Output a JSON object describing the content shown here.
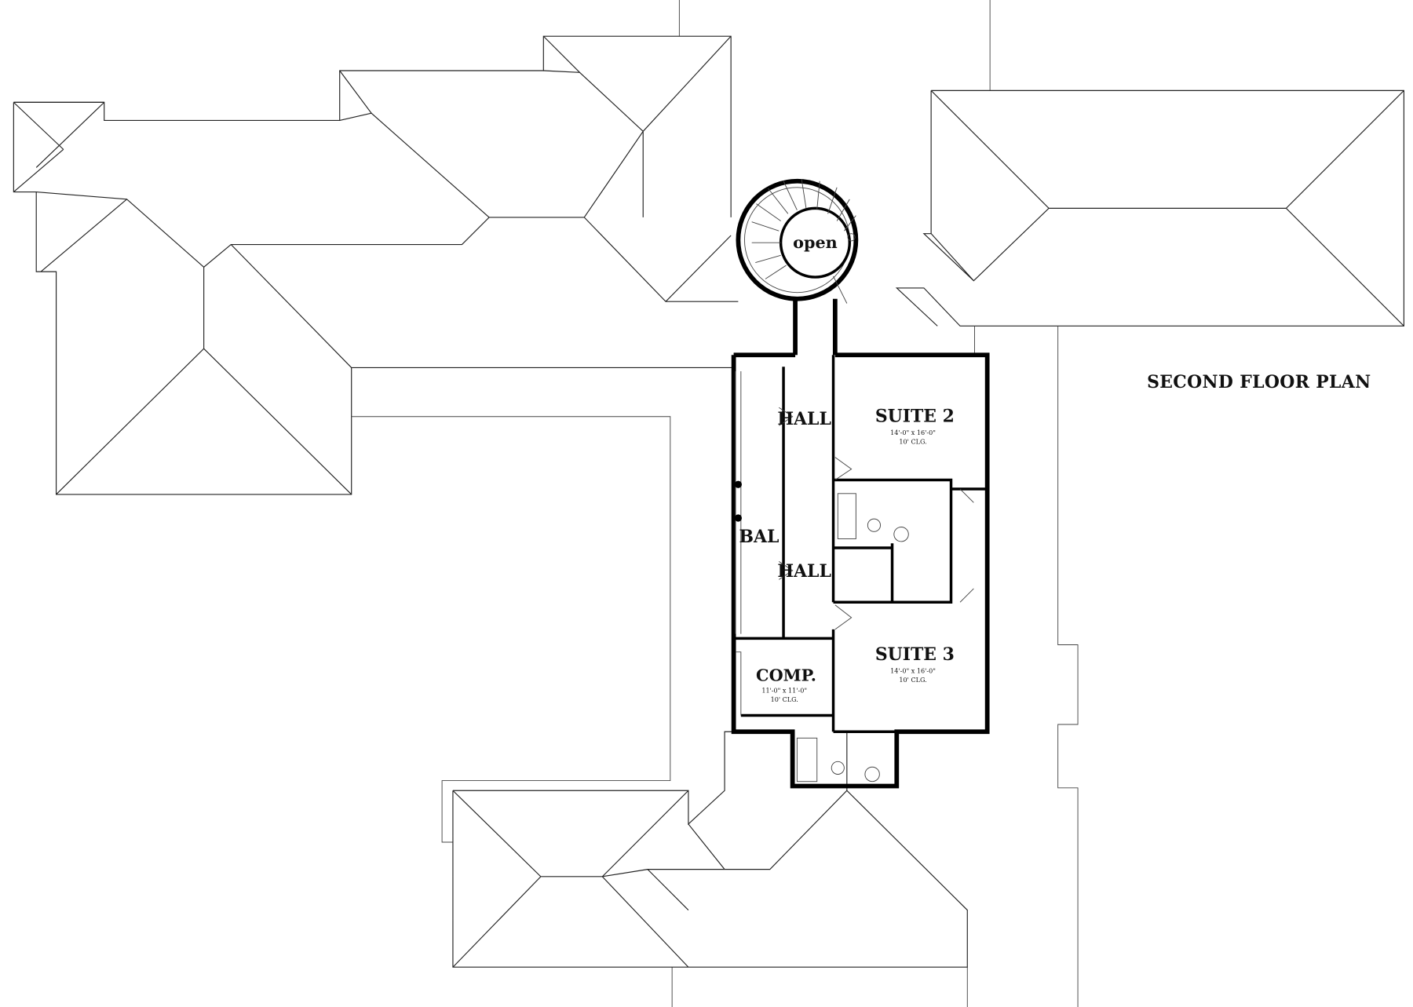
{
  "title": "SECOND FLOOR PLAN",
  "rooms": {
    "open": "open",
    "hall_upper": "HALL",
    "hall_lower": "HALL",
    "balcony": "BAL",
    "suite2": {
      "name": "SUITE 2",
      "size": "14'-0\" x 16'-0\"",
      "ceiling": "10' CLG."
    },
    "suite3": {
      "name": "SUITE 3",
      "size": "14'-0\" x 16'-0\"",
      "ceiling": "10' CLG."
    },
    "comp": {
      "name": "COMP.",
      "size": "11'-0\" x 11'-0\"",
      "ceiling": "10' CLG."
    }
  }
}
